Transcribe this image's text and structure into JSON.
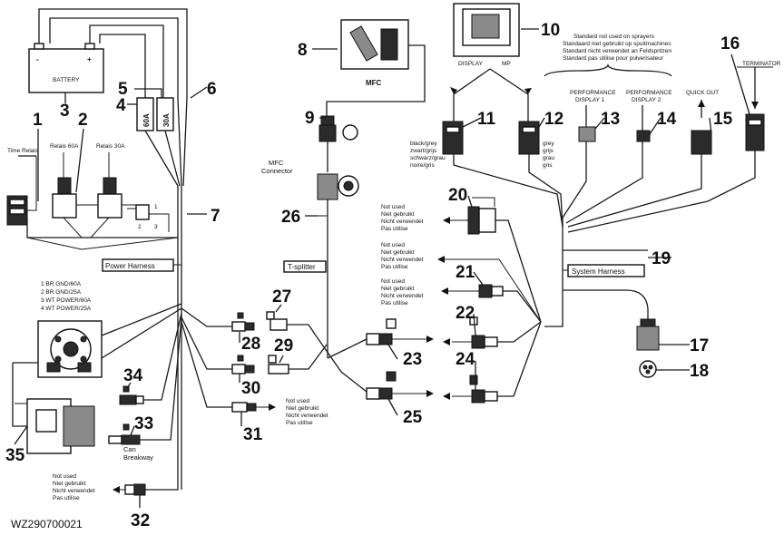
{
  "reference_code": "WZ290700021",
  "battery": {
    "label": "BATTERY",
    "minus": "-",
    "plus": "+"
  },
  "fuses": {
    "fuse_60": "60A",
    "fuse_30": "30A"
  },
  "relays": {
    "time_relais": "Time Relais",
    "relais_60a": "Relais 60A",
    "relais_30a": "Relais 30A"
  },
  "switch_pins": {
    "p2": "2",
    "p3": "3",
    "p1": "1"
  },
  "harness": {
    "power": "Power Harness",
    "system": "System Harness",
    "t_splitter": "T-splitter"
  },
  "mfc": {
    "label": "MFC",
    "connector_line1": "MFC",
    "connector_line2": "Connector"
  },
  "display": {
    "display_label": "DISPLAY",
    "mp_label": "MP"
  },
  "sprayer_note": [
    "Standard not used on sprayers",
    "Standaard niet gebruikt op spuitmachines",
    "Standard nicht verwendet an Feldspritzen",
    "Standard pas utilise pour pulverisateur"
  ],
  "performance": {
    "pd1_line1": "PERFORMANCE",
    "pd1_line2": "DISPLAY 1",
    "pd2_line1": "PERFORMANCE",
    "pd2_line2": "DISPLAY 2",
    "quick_out": "QUICK OUT",
    "terminator": "TERMINATOR"
  },
  "colors_translations": [
    "black/grey",
    "zwart/grijs",
    "schwarz/grau",
    "noire/gris"
  ],
  "colors_12": [
    "grey",
    "grijs",
    "grau",
    "gris"
  ],
  "not_used": [
    "Not used",
    "Niet gebruikt",
    "Nicht verwendet",
    "Pas utilise"
  ],
  "pin_legend": [
    "1 BR  GND/60A",
    "2 BR  GND/25A",
    "3 WT  POWER/60A",
    "4 WT  POWER/25A"
  ],
  "can_breakway": {
    "line1": "Can",
    "line2": "Breakway"
  },
  "callouts": [
    "1",
    "2",
    "3",
    "4",
    "5",
    "6",
    "7",
    "8",
    "9",
    "10",
    "11",
    "12",
    "13",
    "14",
    "15",
    "16",
    "17",
    "18",
    "19",
    "20",
    "21",
    "22",
    "23",
    "24",
    "25",
    "26",
    "27",
    "28",
    "29",
    "30",
    "31",
    "32",
    "33",
    "34",
    "35"
  ]
}
